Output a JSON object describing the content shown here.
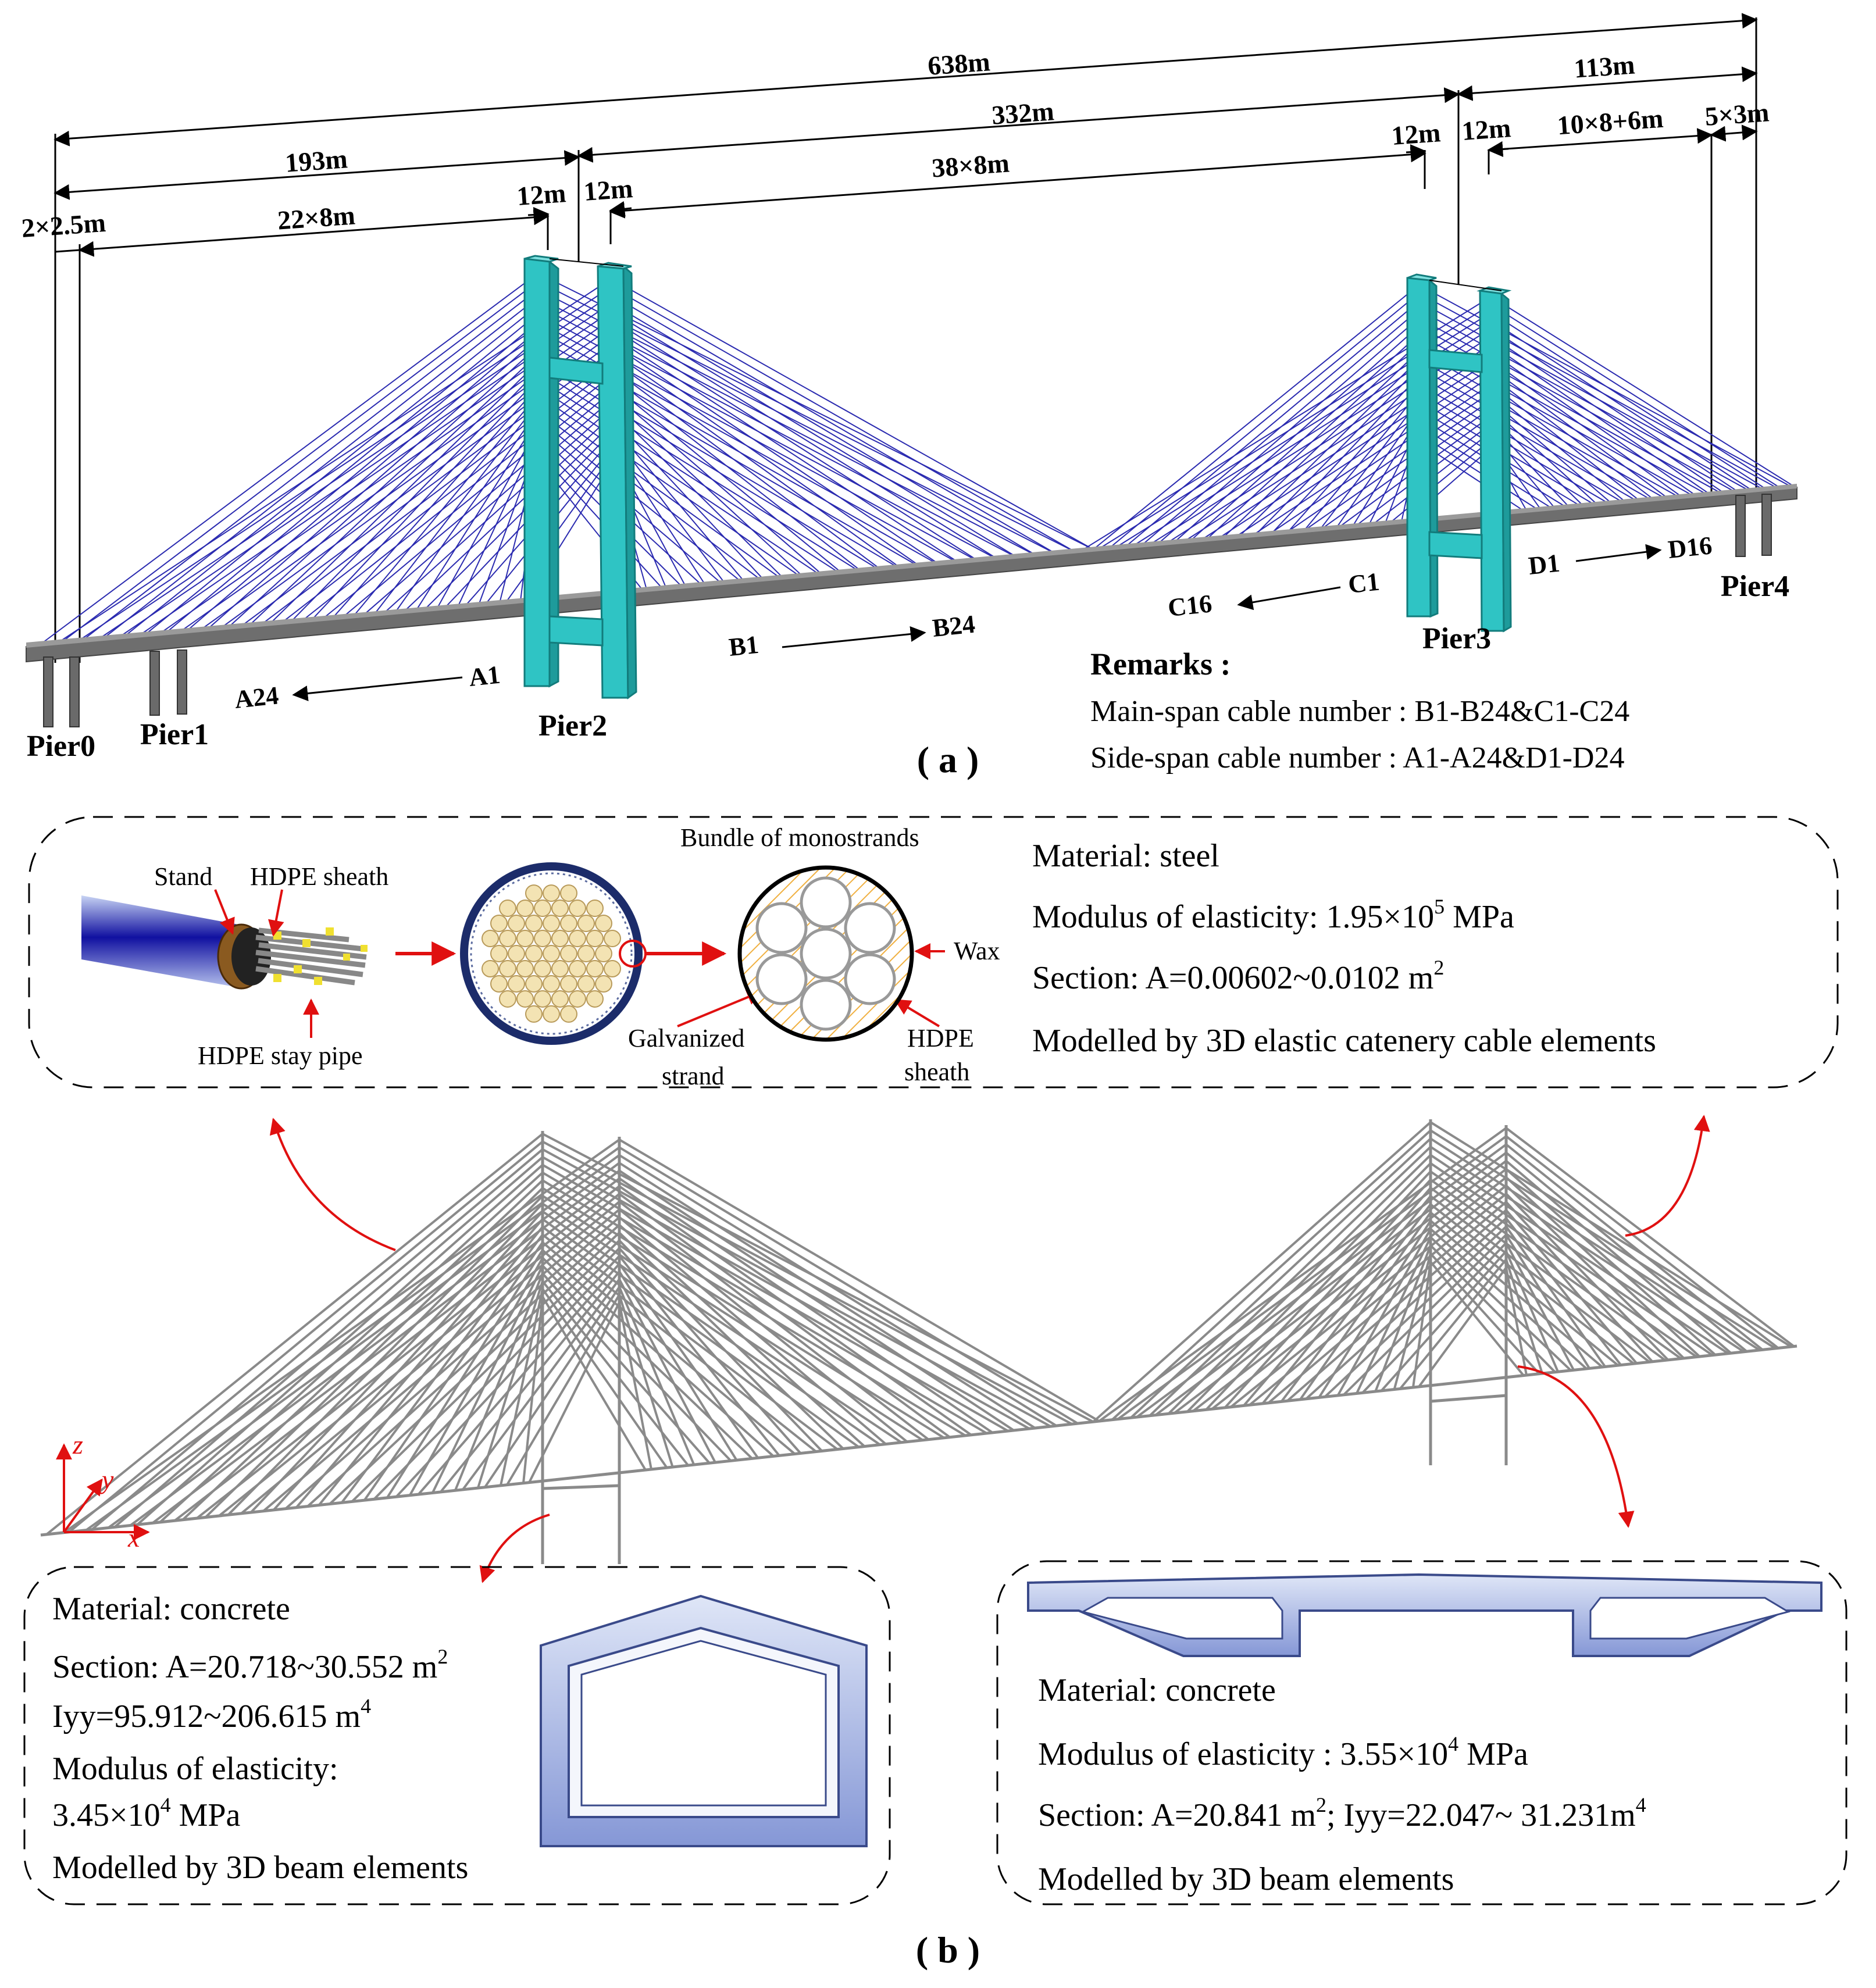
{
  "panel_a": {
    "caption": "( a )",
    "dimensions": {
      "total": "638m",
      "main_span": "332m",
      "side_span_left": "193m",
      "side_span_right": "113m",
      "left_end": "2×2.5m",
      "left_cables": "22×8m",
      "pier2_left": "12m",
      "pier2_right": "12m",
      "main_cables": "38×8m",
      "pier3_left": "12m",
      "pier3_right": "12m",
      "right_cables": "10×8+6m",
      "right_end": "5×3m"
    },
    "piers": [
      "Pier0",
      "Pier1",
      "Pier2",
      "Pier3",
      "Pier4"
    ],
    "cable_labels": {
      "a24": "A24",
      "a1": "A1",
      "b1": "B1",
      "b24": "B24",
      "c16": "C16",
      "c1": "C1",
      "d1": "D1",
      "d16": "D16"
    },
    "remarks": {
      "title": "Remarks :",
      "main_span": "Main-span cable number :  B1-B24&C1-C24",
      "side_span": "Side-span cable number  :  A1-A24&D1-D24"
    }
  },
  "panel_b": {
    "caption": "( b )",
    "cable_box": {
      "labels": {
        "stand": "Stand",
        "hdpe_sheath": "HDPE sheath",
        "hdpe_stay_pipe": "HDPE stay pipe",
        "bundle": "Bundle of monostrands",
        "wax": "Wax",
        "galvanized_1": "Galvanized",
        "galvanized_2": "strand",
        "hdpe_1": "HDPE",
        "hdpe_2": "sheath"
      },
      "material": "Material: steel",
      "modulus_prefix": "Modulus of elasticity: 1.95×10",
      "modulus_exp": "5",
      "modulus_unit": " MPa",
      "section_prefix": "Section: A=0.00602~0.0102 m",
      "section_exp": "2",
      "model": "Modelled by 3D elastic catenery cable elements"
    },
    "axes": {
      "z": "z",
      "y": "y",
      "x": "x"
    },
    "pylon_box": {
      "material": "Material: concrete",
      "section_prefix": "Section: A=20.718~30.552 m",
      "section_exp": "2",
      "iyy_prefix": "Iyy=95.912~206.615 m",
      "iyy_exp": "4",
      "modulus_label": "Modulus of elasticity:",
      "modulus_prefix": "3.45×10",
      "modulus_exp": "4",
      "modulus_unit": " MPa",
      "model": "Modelled by 3D beam elements"
    },
    "deck_box": {
      "material": "Material: concrete",
      "modulus_prefix": "Modulus of elasticity  :  3.55×10",
      "modulus_exp": "4",
      "modulus_unit": " MPa",
      "section_prefix": "Section: A=20.841 m",
      "section_exp": "2",
      "section_mid": "; Iyy=22.047~ 31.231m",
      "section_exp2": "4",
      "model": "Modelled by 3D beam elements"
    }
  },
  "colors": {
    "tower": "#2fc4c4",
    "tower_dark": "#1e9b9b",
    "cable_blue": "#2b2bb0",
    "deck_grey": "#707070",
    "cable_grey": "#8a8a8a",
    "arrow_red": "#e01010",
    "section_blue": "#9fb0e0"
  }
}
